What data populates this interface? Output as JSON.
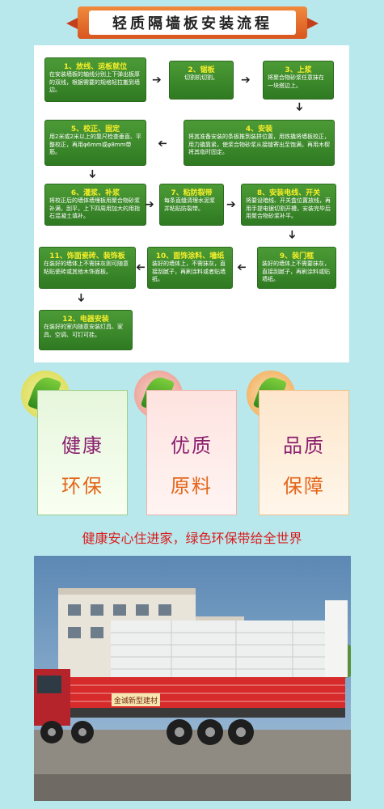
{
  "title": "轻质隔墙板安装流程",
  "steps": [
    {
      "title": "1、放线、运板就位",
      "desc": "在安装墙板的轴线分别上下弹出板厚的双线，根据需要的规格轻拉搬到墙边。"
    },
    {
      "title": "2、锯板",
      "desc": "切割机切割。"
    },
    {
      "title": "3、上浆",
      "desc": "将聚合物砂浆任意抹在一块搭边上。"
    },
    {
      "title": "4、安装",
      "desc": "将其准备安装的条板推到装拼位置，用铁撬将墙板校正，用力撬靠紧，使浆合物砂浆从接缝寄出至饱满，再用木楔将其临时固定。"
    },
    {
      "title": "5、校正、固定",
      "desc": "用2米或2米以上的靠尺检查垂直、平整校正，再用φ6mm或φ8mm带筋。"
    },
    {
      "title": "6、灌浆、补浆",
      "desc": "将校正后的墙体墙埋板用聚合物砂浆补满，刮平，上下四周用加大的用指石混凝土填补。"
    },
    {
      "title": "7、粘防裂带",
      "desc": "每条直缝清理水泥浆并粘贴防裂带。"
    },
    {
      "title": "8、安装电线、开关",
      "desc": "将要设暗线、开关盒位置放线，再用手提电锯切割开槽，安装完毕后用聚合物砂浆补平。"
    },
    {
      "title": "9、装门框",
      "desc": "装好的墙体上不需要抹灰，直接刮腻子，再刷涂料或贴墙纸。"
    },
    {
      "title": "10、面饰涂料、墙纸",
      "desc": "装好的墙体上，不需抹灰，直接刮腻子，再刷涂料或者贴墙纸。"
    },
    {
      "title": "11、饰面瓷砖、装饰板",
      "desc": "在装好的墙体上不需抹灰则可随意粘贴瓷砖或其他木饰面板。"
    },
    {
      "title": "12、电器安装",
      "desc": "在装好的室内随意安装灯具、家具、空调、可钉可挂。"
    }
  ],
  "cards": [
    {
      "top": "健康",
      "bottom": "环保"
    },
    {
      "top": "优质",
      "bottom": "原料"
    },
    {
      "top": "品质",
      "bottom": "保障"
    }
  ],
  "slogan": "健康安心住进家，绿色环保带给全世界",
  "photo": {
    "truck_text": "金诚新型建材"
  },
  "colors": {
    "page_bg": "#b9e8ec",
    "step_green": "#3b8a2a",
    "step_title": "#f6ef2a",
    "slogan_red": "#d91c1c",
    "card_top": "#8a1f6e",
    "card_bottom": "#e3661a"
  }
}
